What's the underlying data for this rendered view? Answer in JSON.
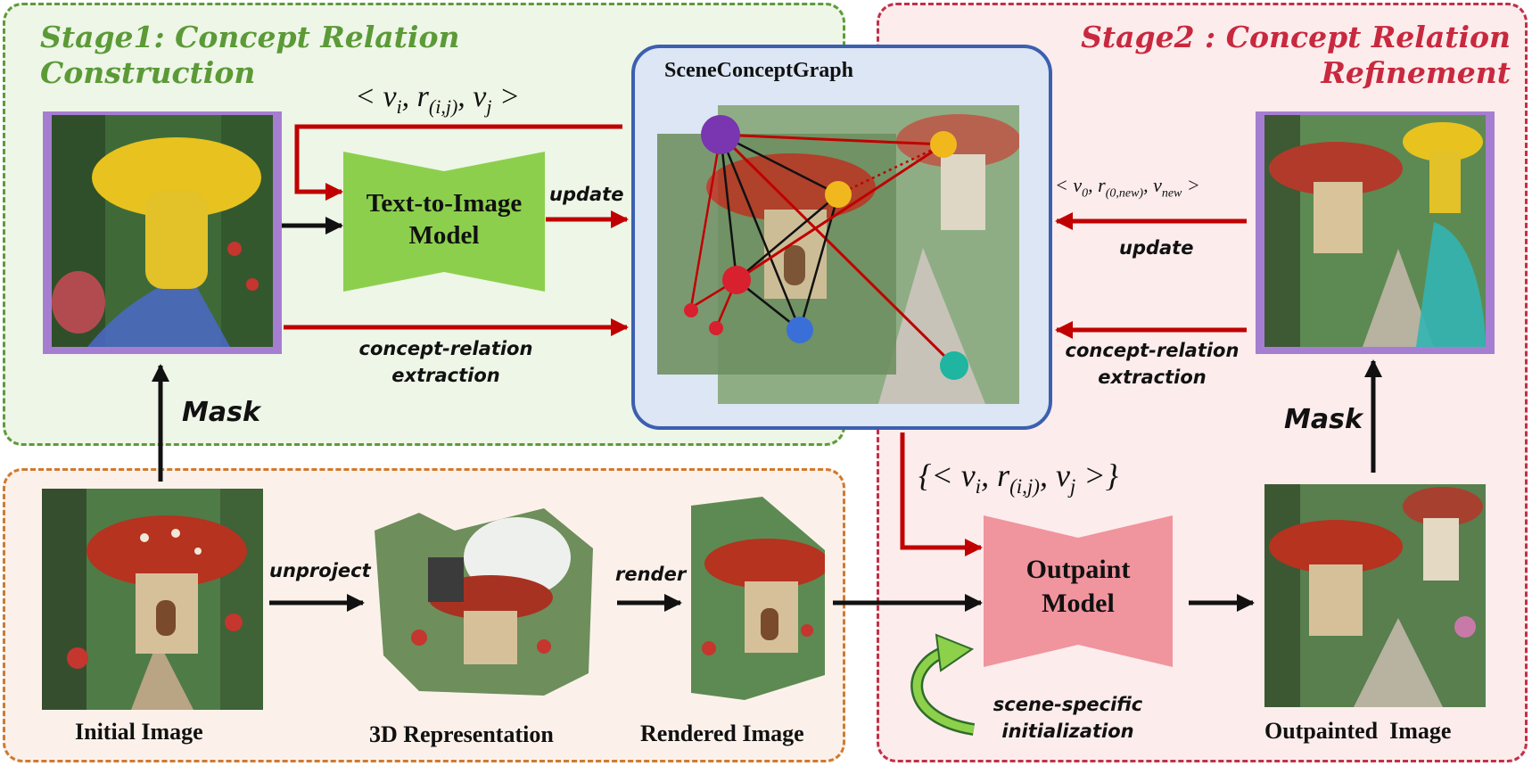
{
  "stage1": {
    "title_line1": "Stage1: Concept Relation",
    "title_line2": "Construction"
  },
  "stage2": {
    "title_line1": "Stage2 : Concept Relation",
    "title_line2": "Refinement"
  },
  "scene_graph": {
    "title": "SceneConceptGraph"
  },
  "models": {
    "t2i_line1": "Text-to-Image",
    "t2i_line2": "Model",
    "outpaint_line1": "Outpaint",
    "outpaint_line2": "Model"
  },
  "labels": {
    "update_left": "update",
    "update_right": "update",
    "cre_left_1": "concept-relation",
    "cre_left_2": "extraction",
    "cre_right_1": "concept-relation",
    "cre_right_2": "extraction",
    "mask_left": "Mask",
    "mask_right": "Mask",
    "unproject": "unproject",
    "render": "render",
    "scene_init_1": "scene-specific",
    "scene_init_2": "initialization"
  },
  "math": {
    "triple_top": "< v",
    "triple_right": "< v",
    "triple_bottom": "{< v"
  },
  "captions": {
    "initial": "Initial Image",
    "rep3d": "3D Representation",
    "rendered": "Rendered Image",
    "outpainted": "Outpainted  Image"
  },
  "colors": {
    "stage1_accent": "#5b9a37",
    "stage2_accent": "#c8293f",
    "bottom_accent": "#d07a2e",
    "arrow_red": "#c00000",
    "t2i_model": "#8ccf4d",
    "outpaint_model": "#f0949e",
    "frame_purple": "#a67ed1",
    "node_purple": "#7a35b0",
    "node_yellow": "#f0b81c",
    "node_red": "#d8202e",
    "node_blue": "#3a6fd8",
    "node_teal": "#1fb5a0"
  }
}
